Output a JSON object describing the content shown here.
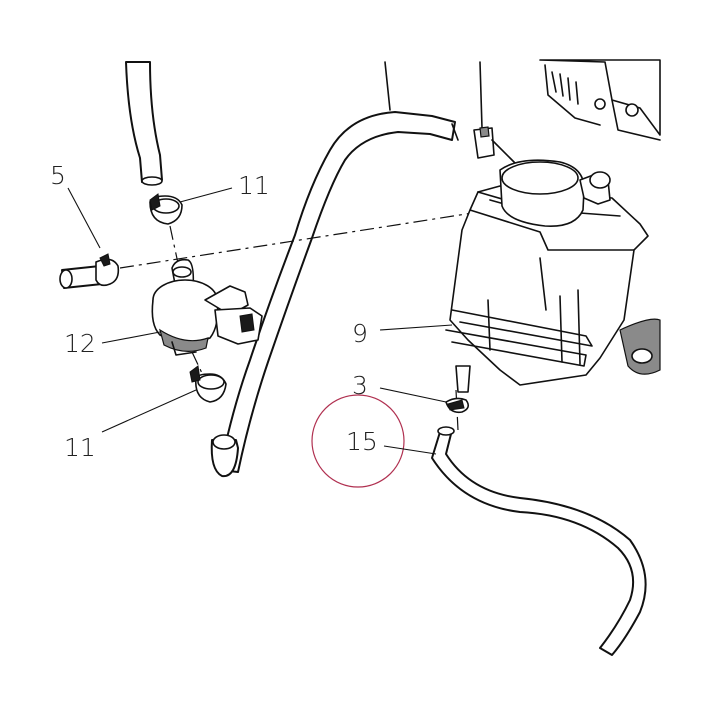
{
  "callouts": {
    "c5": "5",
    "c11a": "11",
    "c12": "12",
    "c11b": "11",
    "c9": "9",
    "c3": "3",
    "c15": "15"
  },
  "highlight": {
    "color": "#b03050"
  }
}
